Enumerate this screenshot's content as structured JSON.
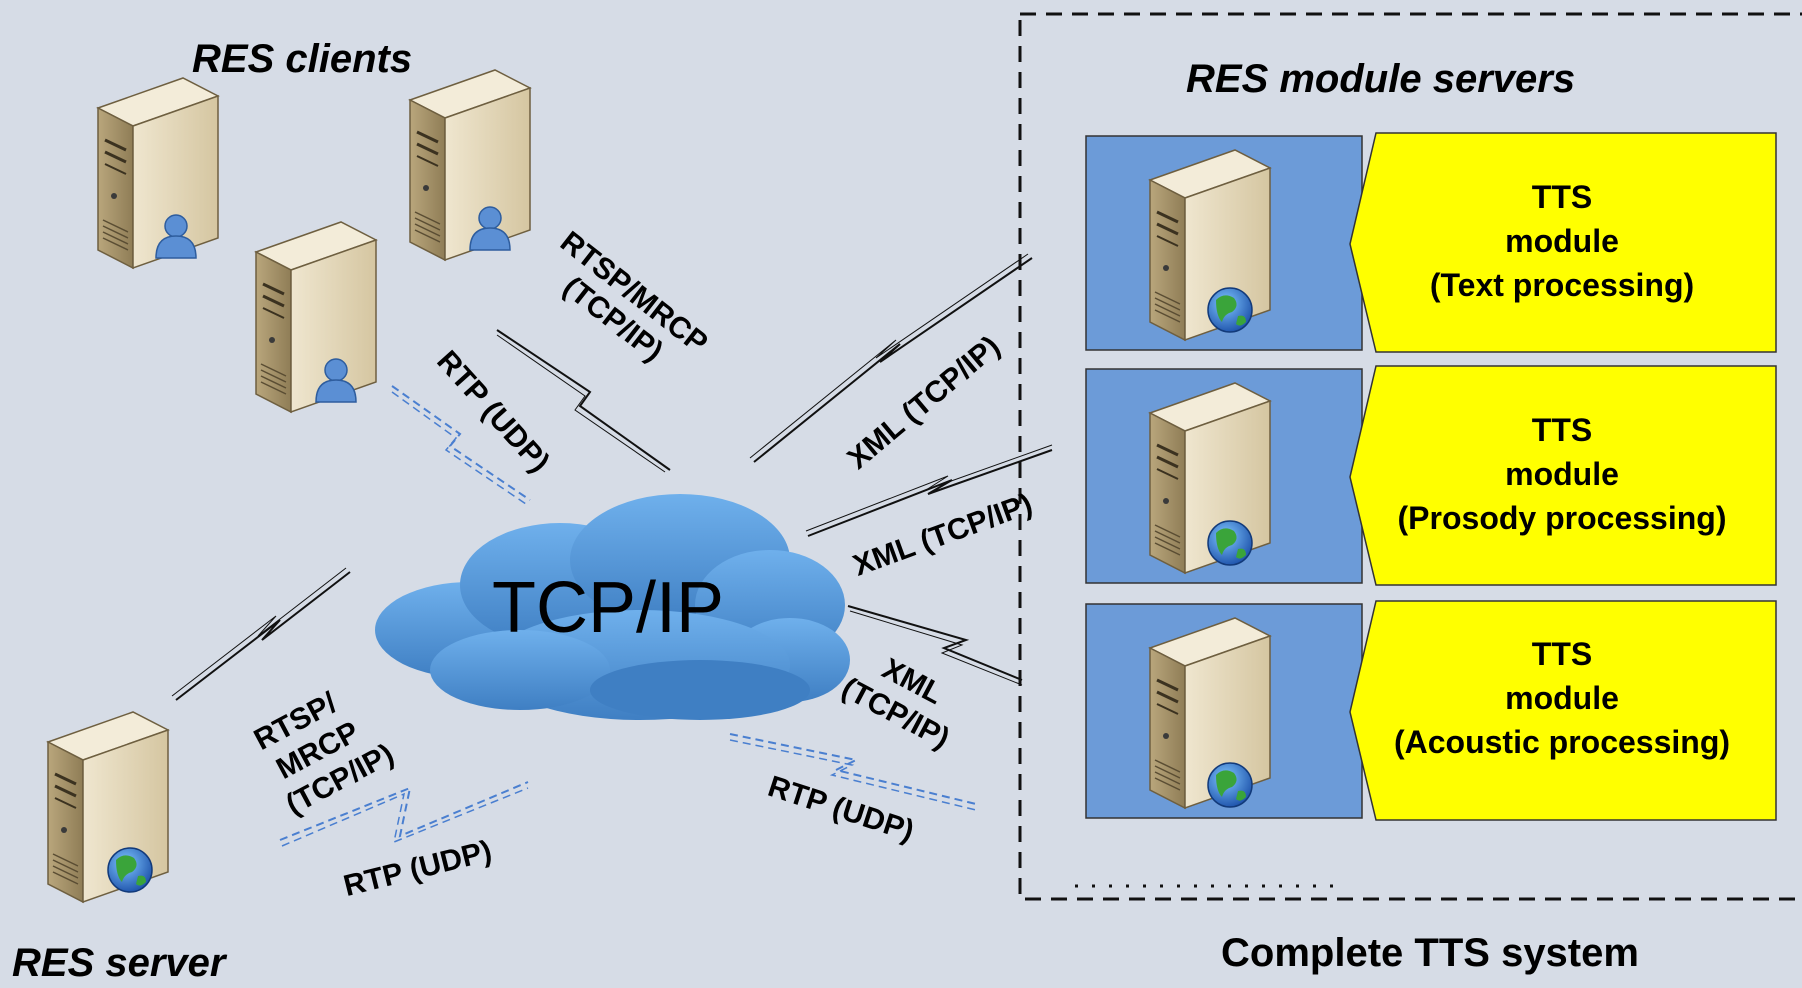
{
  "labels": {
    "clients_title": "RES clients",
    "module_servers_title": "RES module servers",
    "server_title": "RES server",
    "system_caption": "Complete TTS system",
    "cloud_label": "TCP/IP"
  },
  "links": {
    "rtsp_mrcp_clients": [
      "RTSP/MRCP",
      "(TCP/IP)"
    ],
    "rtp_clients": "RTP (UDP)",
    "xml_top": "XML (TCP/IP)",
    "xml_mid": "XML (TCP/IP)",
    "xml_bot": [
      "XML",
      "(TCP/IP)"
    ],
    "rtp_modules": "RTP (UDP)",
    "rtsp_mrcp_server": [
      "RTSP/",
      "MRCP",
      "(TCP/IP)"
    ],
    "rtp_server": "RTP (UDP)"
  },
  "modules": [
    {
      "lines": [
        "TTS",
        "module",
        "(Text processing)"
      ]
    },
    {
      "lines": [
        "TTS",
        "module",
        "(Prosody processing)"
      ]
    },
    {
      "lines": [
        "TTS",
        "module",
        "(Acoustic processing)"
      ]
    }
  ],
  "colors": {
    "background": "#d6dce6",
    "module_blue": "#6c9bd8",
    "module_yellow": "#ffff00",
    "cloud": "#4f93d5",
    "rtp_line": "#4a7fd0"
  }
}
